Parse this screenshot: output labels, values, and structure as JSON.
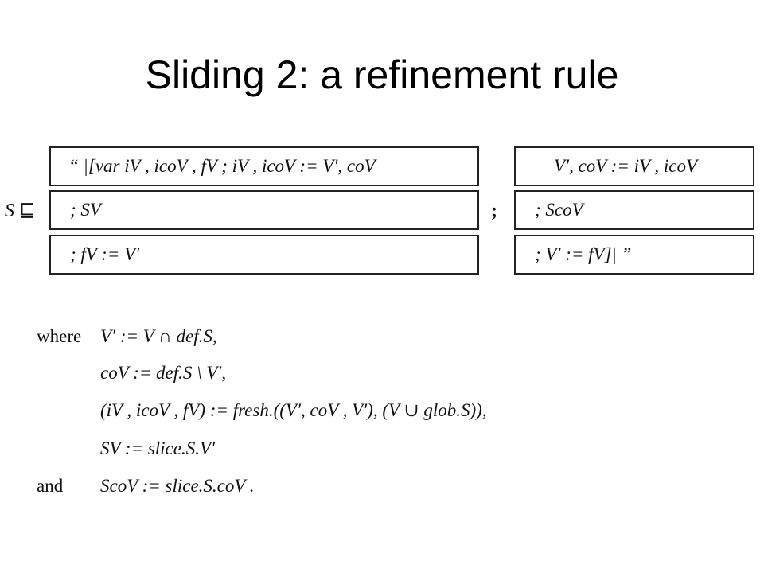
{
  "slide": {
    "title": "Sliding 2: a refinement rule"
  },
  "rule": {
    "lhs": "S ⊑",
    "separator": ";",
    "left_boxes": [
      "“ |[var iV , icoV , fV  ; iV , icoV := V′, coV",
      "; SV",
      "; fV := V′"
    ],
    "right_boxes": [
      "V′, coV := iV , icoV",
      "; ScoV",
      "; V′ := fV]| ”"
    ]
  },
  "definitions": {
    "where_keyword": "where",
    "and_keyword": "and",
    "lines": [
      "V′ := V ∩ def.S,",
      "coV := def.S \\ V′,",
      "(iV , icoV , fV) := fresh.((V′, coV , V′), (V ∪ glob.S)),",
      "SV := slice.S.V′",
      "ScoV := slice.S.coV     ."
    ]
  }
}
